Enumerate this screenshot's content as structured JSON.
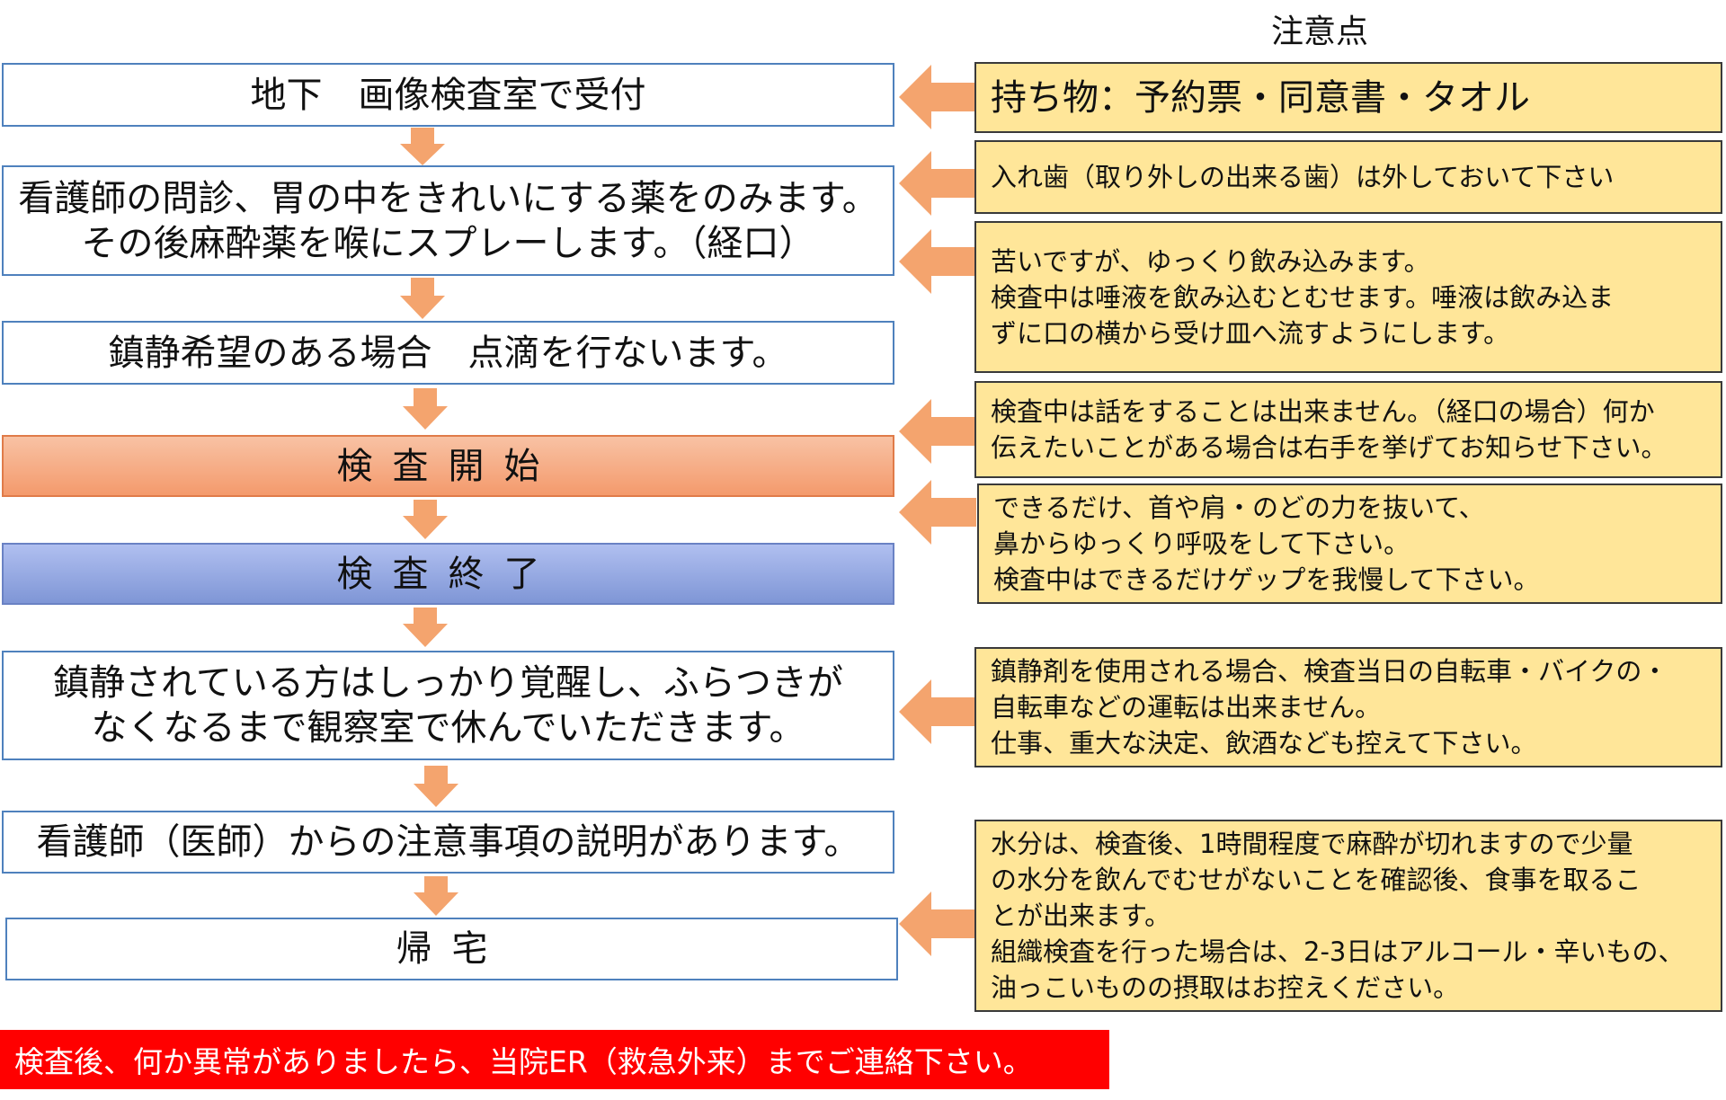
{
  "header": {
    "notes_title": "注意点"
  },
  "steps": [
    {
      "id": "reception",
      "lines": [
        "地下　画像検査室で受付"
      ]
    },
    {
      "id": "consult",
      "lines": [
        "看護師の問診、胃の中をきれいにする薬をのみます。",
        "その後麻酔薬を喉にスプレーします。（経口）"
      ]
    },
    {
      "id": "sedation",
      "lines": [
        "鎮静希望のある場合　点滴を行ないます。"
      ]
    },
    {
      "id": "start",
      "lines": [
        "検査開始"
      ]
    },
    {
      "id": "end",
      "lines": [
        "検査終了"
      ]
    },
    {
      "id": "recovery",
      "lines": [
        "鎮静されている方はしっかり覚醒し、ふらつきが",
        "なくなるまで観察室で休んでいただきます。"
      ]
    },
    {
      "id": "explain",
      "lines": [
        "看護師（医師）からの注意事項の説明があります。"
      ]
    },
    {
      "id": "home",
      "lines": [
        "帰宅"
      ]
    }
  ],
  "notes": [
    {
      "lines": [
        "持ち物：予約票・同意書・タオル"
      ]
    },
    {
      "lines": [
        "入れ歯（取り外しの出来る歯）は外しておいて下さい"
      ]
    },
    {
      "lines": [
        "苦いですが、ゆっくり飲み込みます。",
        "検査中は唾液を飲み込むとむせます。唾液は飲み込ま",
        "ずに口の横から受け皿へ流すようにします。"
      ]
    },
    {
      "lines": [
        "検査中は話をすることは出来ません。（経口の場合）何か",
        "伝えたいことがある場合は右手を挙げてお知らせ下さい。"
      ]
    },
    {
      "lines": [
        "できるだけ、首や肩・のどの力を抜いて、",
        "鼻からゆっくり呼吸をして下さい。",
        "検査中はできるだけゲップを我慢して下さい。"
      ]
    },
    {
      "lines": [
        "鎮静剤を使用される場合、検査当日の自転車・バイクの・",
        "自転車などの運転は出来ません。",
        "仕事、重大な決定、飲酒なども控えて下さい。"
      ]
    },
    {
      "lines": [
        "水分は、検査後、1時間程度で麻酔が切れますので少量",
        "の水分を飲んでむせがないことを確認後、食事を取るこ",
        "とが出来ます。",
        "組織検査を行った場合は、2-3日はアルコール・辛いもの、",
        "油っこいものの摂取はお控えください。"
      ]
    }
  ],
  "footer": {
    "warning": "検査後、何か異常がありましたら、当院ER（救急外来）までご連絡下さい。"
  },
  "colors": {
    "step_border": "#4f81bd",
    "start_fill": "#f49a6c",
    "end_fill": "#7f96d6",
    "note_fill": "#ffe699",
    "arrow": "#f4a46e",
    "banner": "#ff0000"
  }
}
